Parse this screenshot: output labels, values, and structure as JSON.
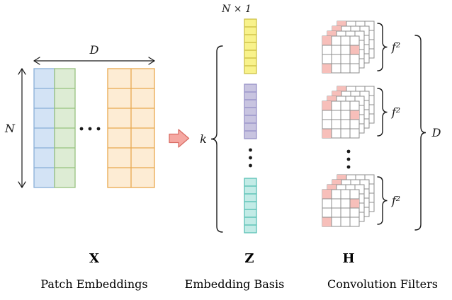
{
  "colors": {
    "blue-fill": "#d3e3f5",
    "blue-stroke": "#88afd8",
    "green-fill": "#ddecd4",
    "green-stroke": "#97c17f",
    "orange-fill": "#fdecd4",
    "orange-stroke": "#e9a94f",
    "yellow-fill": "#f8f28b",
    "yellow-stroke": "#c9bd3f",
    "purple-fill": "#c8c4e0",
    "purple-stroke": "#938ec5",
    "teal-fill": "#c2ebe6",
    "teal-stroke": "#4fbcb0",
    "arrow-fill": "#f5a8a2",
    "arrow-stroke": "#d96d65",
    "grid-stroke": "#8c8c8c",
    "pink-cell": "#f7bfba",
    "ink": "#1a1a1a"
  },
  "patch": {
    "label": "X",
    "caption": "Patch Embeddings",
    "width_dim": "D",
    "height_dim": "N"
  },
  "basis": {
    "label": "Z",
    "caption": "Embedding Basis",
    "size_dim": "N × 1",
    "count_dim": "k"
  },
  "filters": {
    "label": "H",
    "caption": "Convolution Filters",
    "filter_dim": "f²",
    "depth_dim": "D"
  }
}
